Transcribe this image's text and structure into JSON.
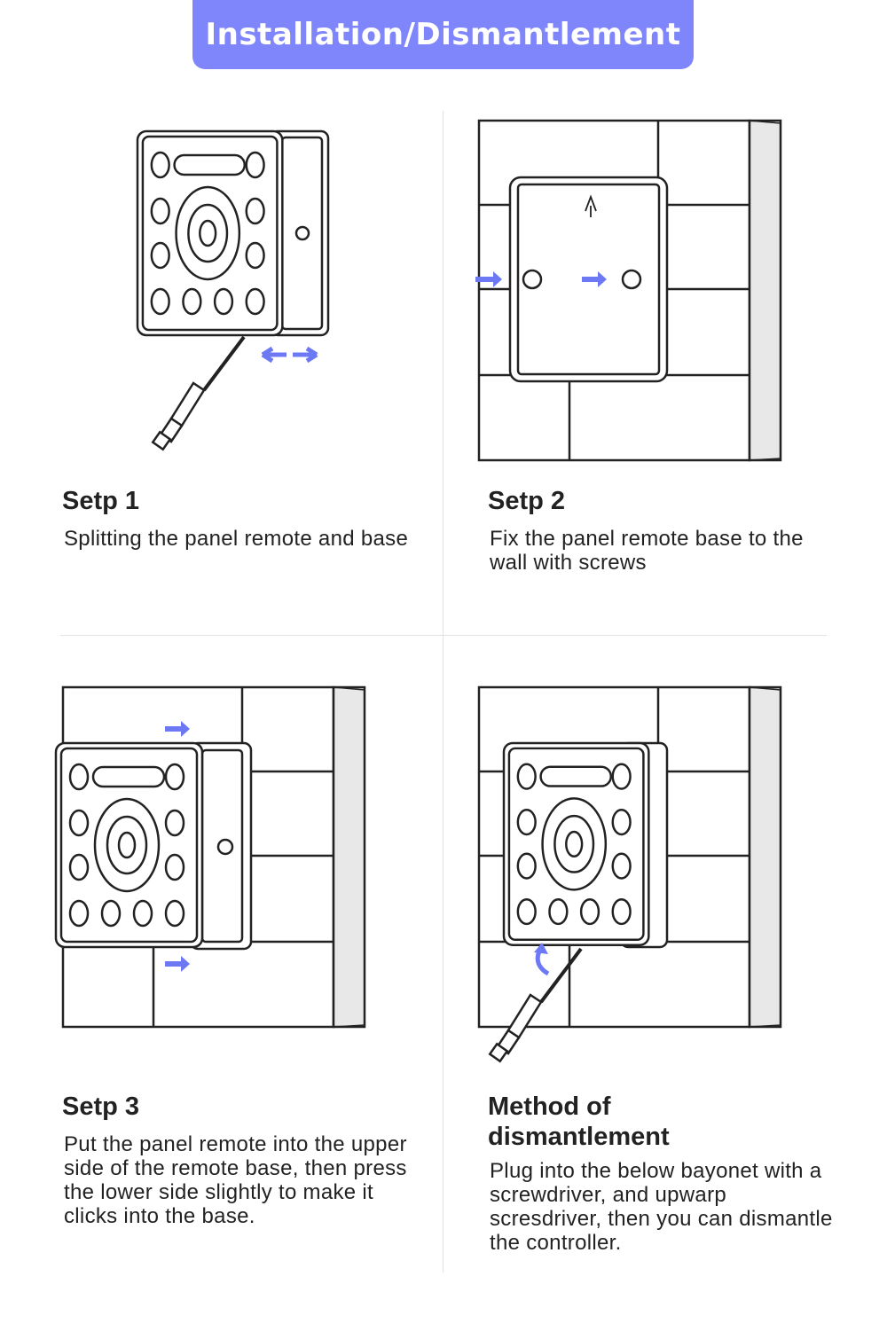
{
  "header": {
    "title": "Installation/Dismantlement"
  },
  "accent_color": "#7f86fb",
  "steps": [
    {
      "title": "Setp 1",
      "description": "Splitting the panel remote and base"
    },
    {
      "title": "Setp 2",
      "description": "Fix the panel remote base to the wall with screws"
    },
    {
      "title": "Setp 3",
      "description": "Put the panel remote into the upper side of the remote base, then press the lower side slightly to make it clicks into the base."
    },
    {
      "title": "Method of dismantlement",
      "description": "Plug into the below bayonet with a screwdriver, and upwarp scresdriver, then you can dismantle the controller."
    }
  ]
}
